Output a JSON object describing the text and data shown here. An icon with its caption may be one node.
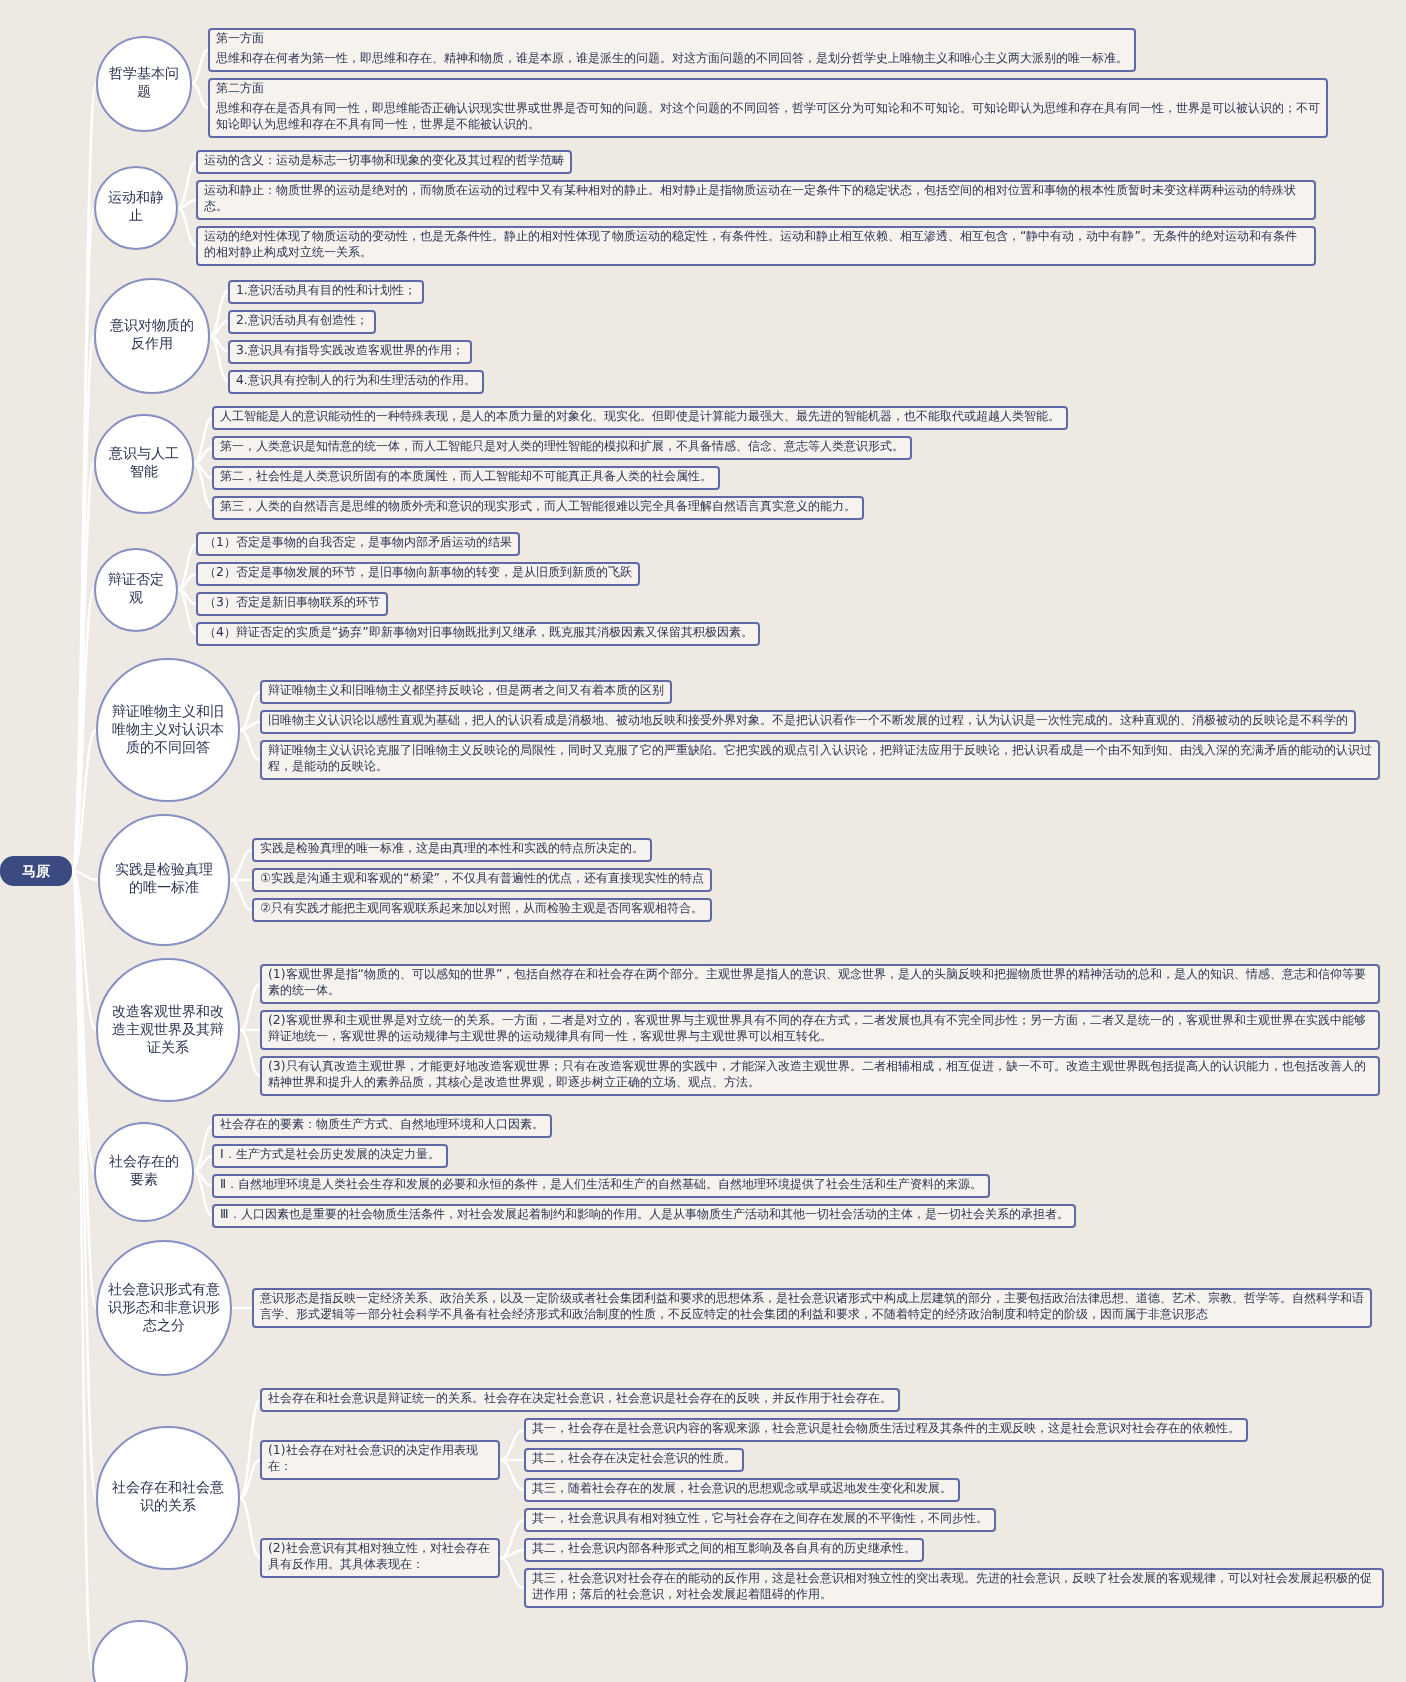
{
  "diagram": {
    "nodes": [
      {
        "text": [
          "马原"
        ]
      },
      {
        "text": [
          "哲学基本问题"
        ]
      },
      {
        "text": [
          "第一方面",
          "思维和存在何者为第一性，即思维和存在、精神和物质，谁是本原，谁是派生的问题。对这方面问题的不同回答，是划分哲学史上唯物主义和唯心主义两大派别的唯一标准。"
        ]
      },
      {
        "text": [
          "第二方面",
          "思维和存在是否具有同一性，即思维能否正确认识现实世界或世界是否可知的问题。对这个问题的不同回答，哲学可区分为可知论和不可知论。可知论即认为思维和存在具有同一性，世界是可以被认识的；不可知论即认为思维和存在不具有同一性，世界是不能被认识的。"
        ]
      },
      {
        "text": [
          "运动和静止"
        ]
      },
      {
        "text": [
          "运动的含义：运动是标志一切事物和现象的变化及其过程的哲学范畴"
        ]
      },
      {
        "text": [
          "运动和静止：物质世界的运动是绝对的，而物质在运动的过程中又有某种相对的静止。相对静止是指物质运动在一定条件下的稳定状态，包括空间的相对位置和事物的根本性质暂时未变这样两种运动的特殊状态。"
        ]
      },
      {
        "text": [
          "运动的绝对性体现了物质运动的变动性，也是无条件性。静止的相对性体现了物质运动的稳定性，有条件性。运动和静止相互依赖、相互渗透、相互包含，“静中有动，动中有静”。无条件的绝对运动和有条件的相对静止构成对立统一关系。"
        ]
      },
      {
        "text": [
          "意识对物质的反作用"
        ]
      },
      {
        "text": [
          "1.意识活动具有目的性和计划性；"
        ]
      },
      {
        "text": [
          "2.意识活动具有创造性；"
        ]
      },
      {
        "text": [
          "3.意识具有指导实践改造客观世界的作用；"
        ]
      },
      {
        "text": [
          "4.意识具有控制人的行为和生理活动的作用。"
        ]
      },
      {
        "text": [
          "意识与人工智能"
        ]
      },
      {
        "text": [
          "人工智能是人的意识能动性的一种特殊表现，是人的本质力量的对象化、现实化。但即使是计算能力最强大、最先进的智能机器，也不能取代或超越人类智能。"
        ]
      },
      {
        "text": [
          "第一，人类意识是知情意的统一体，而人工智能只是对人类的理性智能的模拟和扩展，不具备情感、信念、意志等人类意识形式。"
        ]
      },
      {
        "text": [
          "第二，社会性是人类意识所固有的本质属性，而人工智能却不可能真正具备人类的社会属性。"
        ]
      },
      {
        "text": [
          "第三，人类的自然语言是思维的物质外壳和意识的现实形式，而人工智能很难以完全具备理解自然语言真实意义的能力。"
        ]
      },
      {
        "text": [
          "辩证否定观"
        ]
      },
      {
        "text": [
          "（1）否定是事物的自我否定，是事物内部矛盾运动的结果"
        ]
      },
      {
        "text": [
          "（2）否定是事物发展的环节，是旧事物向新事物的转变，是从旧质到新质的飞跃"
        ]
      },
      {
        "text": [
          "（3）否定是新旧事物联系的环节"
        ]
      },
      {
        "text": [
          "（4）辩证否定的实质是“扬弃”即新事物对旧事物既批判又继承，既克服其消极因素又保留其积极因素。"
        ]
      },
      {
        "text": [
          "辩证唯物主义和旧唯物主义对认识本质的不同回答"
        ]
      },
      {
        "text": [
          "辩证唯物主义和旧唯物主义都坚持反映论，但是两者之间又有着本质的区别"
        ]
      },
      {
        "text": [
          "旧唯物主义认识论以感性直观为基础，把人的认识看成是消极地、被动地反映和接受外界对象。不是把认识看作一个不断发展的过程，认为认识是一次性完成的。这种直观的、消极被动的反映论是不科学的"
        ]
      },
      {
        "text": [
          "辩证唯物主义认识论克服了旧唯物主义反映论的局限性，同时又克服了它的严重缺陷。它把实践的观点引入认识论，把辩证法应用于反映论，把认识看成是一个由不知到知、由浅入深的充满矛盾的能动的认识过程，是能动的反映论。"
        ]
      },
      {
        "text": [
          "实践是检验真理的唯一标准"
        ]
      },
      {
        "text": [
          "实践是检验真理的唯一标准，这是由真理的本性和实践的特点所决定的。"
        ]
      },
      {
        "text": [
          "①实践是沟通主观和客观的“桥梁”，不仅具有普遍性的优点，还有直接现实性的特点"
        ]
      },
      {
        "text": [
          "②只有实践才能把主观同客观联系起来加以对照，从而检验主观是否同客观相符合。"
        ]
      },
      {
        "text": [
          "改造客观世界和改造主观世界及其辩证关系"
        ]
      },
      {
        "text": [
          "(1)客观世界是指“物质的、可以感知的世界”，包括自然存在和社会存在两个部分。主观世界是指人的意识、观念世界，是人的头脑反映和把握物质世界的精神活动的总和，是人的知识、情感、意志和信仰等要素的统一体。"
        ]
      },
      {
        "text": [
          "(2)客观世界和主观世界是对立统一的关系。一方面，二者是对立的，客观世界与主观世界具有不同的存在方式，二者发展也具有不完全同步性；另一方面，二者又是统一的，客观世界和主观世界在实践中能够辩证地统一，客观世界的运动规律与主观世界的运动规律具有同一性，客观世界与主观世界可以相互转化。"
        ]
      },
      {
        "text": [
          "(3)只有认真改造主观世界，才能更好地改造客观世界；只有在改造客观世界的实践中，才能深入改造主观世界。二者相辅相成，相互促进，缺一不可。改造主观世界既包括提高人的认识能力，也包括改善人的精神世界和提升人的素养品质，其核心是改造世界观，即逐步树立正确的立场、观点、方法。"
        ]
      },
      {
        "text": [
          "社会存在的要素"
        ]
      },
      {
        "text": [
          "社会存在的要素：物质生产方式、自然地理环境和人口因素。"
        ]
      },
      {
        "text": [
          "Ⅰ．生产方式是社会历史发展的决定力量。"
        ]
      },
      {
        "text": [
          "Ⅱ．自然地理环境是人类社会生存和发展的必要和永恒的条件，是人们生活和生产的自然基础。自然地理环境提供了社会生活和生产资料的来源。"
        ]
      },
      {
        "text": [
          "Ⅲ．人口因素也是重要的社会物质生活条件，对社会发展起着制约和影响的作用。人是从事物质生产活动和其他一切社会活动的主体，是一切社会关系的承担者。"
        ]
      },
      {
        "text": [
          "社会意识形式有意识形态和非意识形态之分"
        ]
      },
      {
        "text": [
          "意识形态是指反映一定经济关系、政治关系，以及一定阶级或者社会集团利益和要求的思想体系，是社会意识诸形式中构成上层建筑的部分，主要包括政治法律思想、道德、艺术、宗教、哲学等。自然科学和语言学、形式逻辑等一部分社会科学不具备有社会经济形式和政治制度的性质，不反应特定的社会集团的利益和要求，不随着特定的经济政治制度和特定的阶级，因而属于非意识形态"
        ]
      },
      {
        "text": [
          "社会存在和社会意识的关系"
        ]
      },
      {
        "text": [
          "社会存在和社会意识是辩证统一的关系。社会存在决定社会意识，社会意识是社会存在的反映，并反作用于社会存在。"
        ]
      },
      {
        "text": [
          "(1)社会存在对社会意识的决定作用表现在："
        ]
      },
      {
        "text": [
          "其一，社会存在是社会意识内容的客观来源，社会意识是社会物质生活过程及其条件的主观反映，这是社会意识对社会存在的依赖性。"
        ]
      },
      {
        "text": [
          "其二，社会存在决定社会意识的性质。"
        ]
      },
      {
        "text": [
          "其三，随着社会存在的发展，社会意识的思想观念或早或迟地发生变化和发展。"
        ]
      },
      {
        "text": [
          "(2)社会意识有其相对独立性，对社会存在具有反作用。其具体表现在："
        ]
      },
      {
        "text": [
          "其一，社会意识具有相对独立性，它与社会存在之间存在发展的不平衡性，不同步性。"
        ]
      },
      {
        "text": [
          "其二，社会意识内部各种形式之间的相互影响及各自具有的历史继承性。"
        ]
      },
      {
        "text": [
          "其三，社会意识对社会存在的能动的反作用，这是社会意识相对独立性的突出表现。先进的社会意识，反映了社会发展的客观规律，可以对社会发展起积极的促进作用；落后的社会意识，对社会发展起着阻碍的作用。"
        ]
      },
      {
        "text": [],
        "shape": "circle"
      }
    ],
    "edges": [
      {
        "from": 0,
        "to": 1,
        "arrow": "none"
      },
      {
        "from": 1,
        "to": 2,
        "arrow": "none"
      },
      {
        "from": 1,
        "to": 3,
        "arrow": "none"
      },
      {
        "from": 0,
        "to": 4,
        "arrow": "none"
      },
      {
        "from": 4,
        "to": 5,
        "arrow": "none"
      },
      {
        "from": 4,
        "to": 6,
        "arrow": "none"
      },
      {
        "from": 4,
        "to": 7,
        "arrow": "none"
      },
      {
        "from": 0,
        "to": 8,
        "arrow": "none"
      },
      {
        "from": 8,
        "to": 9,
        "arrow": "none"
      },
      {
        "from": 8,
        "to": 10,
        "arrow": "none"
      },
      {
        "from": 8,
        "to": 11,
        "arrow": "none"
      },
      {
        "from": 8,
        "to": 12,
        "arrow": "none"
      },
      {
        "from": 0,
        "to": 13,
        "arrow": "none"
      },
      {
        "from": 13,
        "to": 14,
        "arrow": "none"
      },
      {
        "from": 13,
        "to": 15,
        "arrow": "none"
      },
      {
        "from": 13,
        "to": 16,
        "arrow": "none"
      },
      {
        "from": 13,
        "to": 17,
        "arrow": "none"
      },
      {
        "from": 0,
        "to": 18,
        "arrow": "none"
      },
      {
        "from": 18,
        "to": 19,
        "arrow": "none"
      },
      {
        "from": 18,
        "to": 20,
        "arrow": "none"
      },
      {
        "from": 18,
        "to": 21,
        "arrow": "none"
      },
      {
        "from": 18,
        "to": 22,
        "arrow": "none"
      },
      {
        "from": 0,
        "to": 23,
        "arrow": "none"
      },
      {
        "from": 23,
        "to": 24,
        "arrow": "none"
      },
      {
        "from": 23,
        "to": 25,
        "arrow": "none"
      },
      {
        "from": 23,
        "to": 26,
        "arrow": "none"
      },
      {
        "from": 0,
        "to": 27,
        "arrow": "none"
      },
      {
        "from": 27,
        "to": 28,
        "arrow": "none"
      },
      {
        "from": 27,
        "to": 29,
        "arrow": "none"
      },
      {
        "from": 27,
        "to": 30,
        "arrow": "none"
      },
      {
        "from": 0,
        "to": 31,
        "arrow": "none"
      },
      {
        "from": 31,
        "to": 32,
        "arrow": "none"
      },
      {
        "from": 31,
        "to": 33,
        "arrow": "none"
      },
      {
        "from": 31,
        "to": 34,
        "arrow": "none"
      },
      {
        "from": 0,
        "to": 35,
        "arrow": "none"
      },
      {
        "from": 35,
        "to": 36,
        "arrow": "none"
      },
      {
        "from": 35,
        "to": 37,
        "arrow": "none"
      },
      {
        "from": 35,
        "to": 38,
        "arrow": "none"
      },
      {
        "from": 35,
        "to": 39,
        "arrow": "none"
      },
      {
        "from": 0,
        "to": 40,
        "arrow": "none"
      },
      {
        "from": 40,
        "to": 41,
        "arrow": "none"
      },
      {
        "from": 0,
        "to": 42,
        "arrow": "none"
      },
      {
        "from": 42,
        "to": 43,
        "arrow": "none"
      },
      {
        "from": 42,
        "to": 44,
        "arrow": "none"
      },
      {
        "from": 44,
        "to": 45,
        "arrow": "none"
      },
      {
        "from": 44,
        "to": 46,
        "arrow": "none"
      },
      {
        "from": 44,
        "to": 47,
        "arrow": "none"
      },
      {
        "from": 42,
        "to": 48,
        "arrow": "none"
      },
      {
        "from": 48,
        "to": 49,
        "arrow": "none"
      },
      {
        "from": 48,
        "to": 50,
        "arrow": "none"
      },
      {
        "from": 48,
        "to": 51,
        "arrow": "none"
      },
      {
        "from": 0,
        "to": 52,
        "arrow": "none"
      }
    ]
  }
}
